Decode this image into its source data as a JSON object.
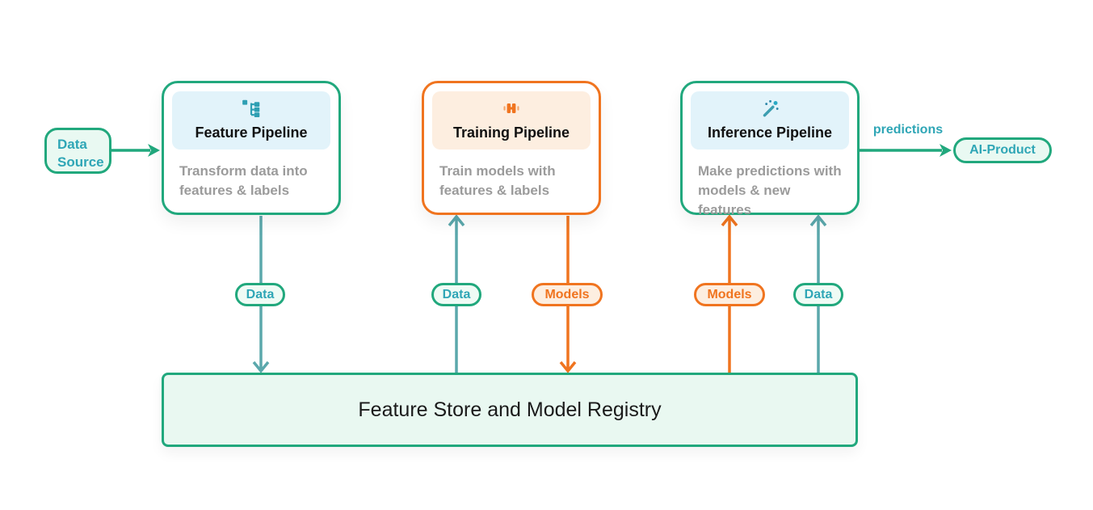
{
  "diagram": {
    "nodes": {
      "data_source": {
        "label": "Data Source"
      },
      "feature_pipeline": {
        "title": "Feature Pipeline",
        "description": "Transform data into features & labels",
        "icon": "tree-structure-icon"
      },
      "training_pipeline": {
        "title": "Training Pipeline",
        "description": "Train models with features & labels",
        "icon": "dumbbell-icon"
      },
      "inference_pipeline": {
        "title": "Inference Pipeline",
        "description": "Make predictions with models & new features",
        "icon": "magic-wand-icon"
      },
      "ai_product": {
        "label": "AI-Product"
      },
      "feature_store": {
        "label": "Feature Store and Model Registry"
      }
    },
    "edges": {
      "source_to_feature": {
        "label": ""
      },
      "feature_to_store": {
        "label": "Data"
      },
      "store_to_training": {
        "label": "Data"
      },
      "training_to_store": {
        "label": "Models"
      },
      "store_to_inference_models": {
        "label": "Models"
      },
      "store_to_inference_data": {
        "label": "Data"
      },
      "inference_to_product": {
        "label": "predictions"
      }
    },
    "colors": {
      "green": "#21A87D",
      "teal_line": "#5BA8AC",
      "teal_text": "#2FA6B6",
      "orange": "#F0741F",
      "mint_bg": "#E9F9F2",
      "blue_header_bg": "#E2F3FA",
      "peach_header_bg": "#FDEEE0",
      "gray_text": "#9B9B9B"
    }
  }
}
